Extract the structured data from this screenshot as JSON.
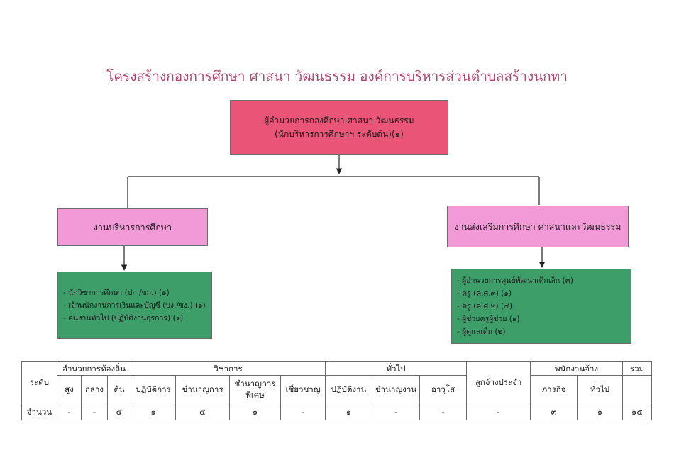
{
  "title": "โครงสร้างกองการศึกษา ศาสนา วัฒนธรรม องค์การบริหารส่วนตำบลสร้างนกทา",
  "top_box": {
    "line1": "ผู้อำนวยการกองศึกษา ศาสนา วัฒนธรรม",
    "line2": "(นักบริหารการศึกษาฯ ระดับต้น)(๑)"
  },
  "left_box": {
    "label": "งานบริหารการศึกษา"
  },
  "right_box": {
    "label": "งานส่งเสริมการศึกษา  ศาสนาและวัฒนธรรม"
  },
  "left_list": [
    "- นักวิชาการศึกษา (ปก./ชก.) (๑)",
    "- เจ้าพนักงานการเงินและบัญชี (ปง./ชง.) (๑)",
    "- คนงานทั่วไป (ปฏิบัติงานธุรการ) (๑)"
  ],
  "right_list": [
    "- ผู้อำนวยการศูนย์พัฒนาเด็กเล็ก (๓)",
    "- ครู (ค.ศ.๓) (๑)",
    "- ครู (ค.ศ.๒) (๔)",
    "- ผู้ช่วยครูผู้ช่วย (๑)",
    "- ผู้ดูแลเด็ก (๒)"
  ],
  "table": {
    "level_label": "ระดับ",
    "count_label": "จำนวน",
    "groups": {
      "local_admin": "อำนวยการท้องถิ่น",
      "academic": "วิชาการ",
      "general": "ทั่วไป",
      "permanent_employee": "ลูกจ้างประจำ",
      "contract_staff": "พนักงานจ้าง",
      "total": "รวม"
    },
    "sub": {
      "high": "สูง",
      "middle": "กลาง",
      "early": "ต้น",
      "practitioner": "ปฏิบัติการ",
      "professional": "ชำนาญการ",
      "senior_professional": "ชำนาญการพิเศษ",
      "expert": "เชี่ยวชาญ",
      "operational": "ปฏิบัติงาน",
      "experienced": "ชำนาญงาน",
      "senior": "อาวุโส",
      "mission": "ภารกิจ",
      "general_staff": "ทั่วไป"
    },
    "counts": {
      "high": "-",
      "middle": "-",
      "early": "๔",
      "practitioner": "๑",
      "professional": "๔",
      "senior_professional": "๑",
      "expert": "-",
      "operational": "๑",
      "experienced": "-",
      "senior": "-",
      "permanent_employee": "-",
      "mission": "๓",
      "general_staff": "๑",
      "total": "๑๕"
    }
  }
}
